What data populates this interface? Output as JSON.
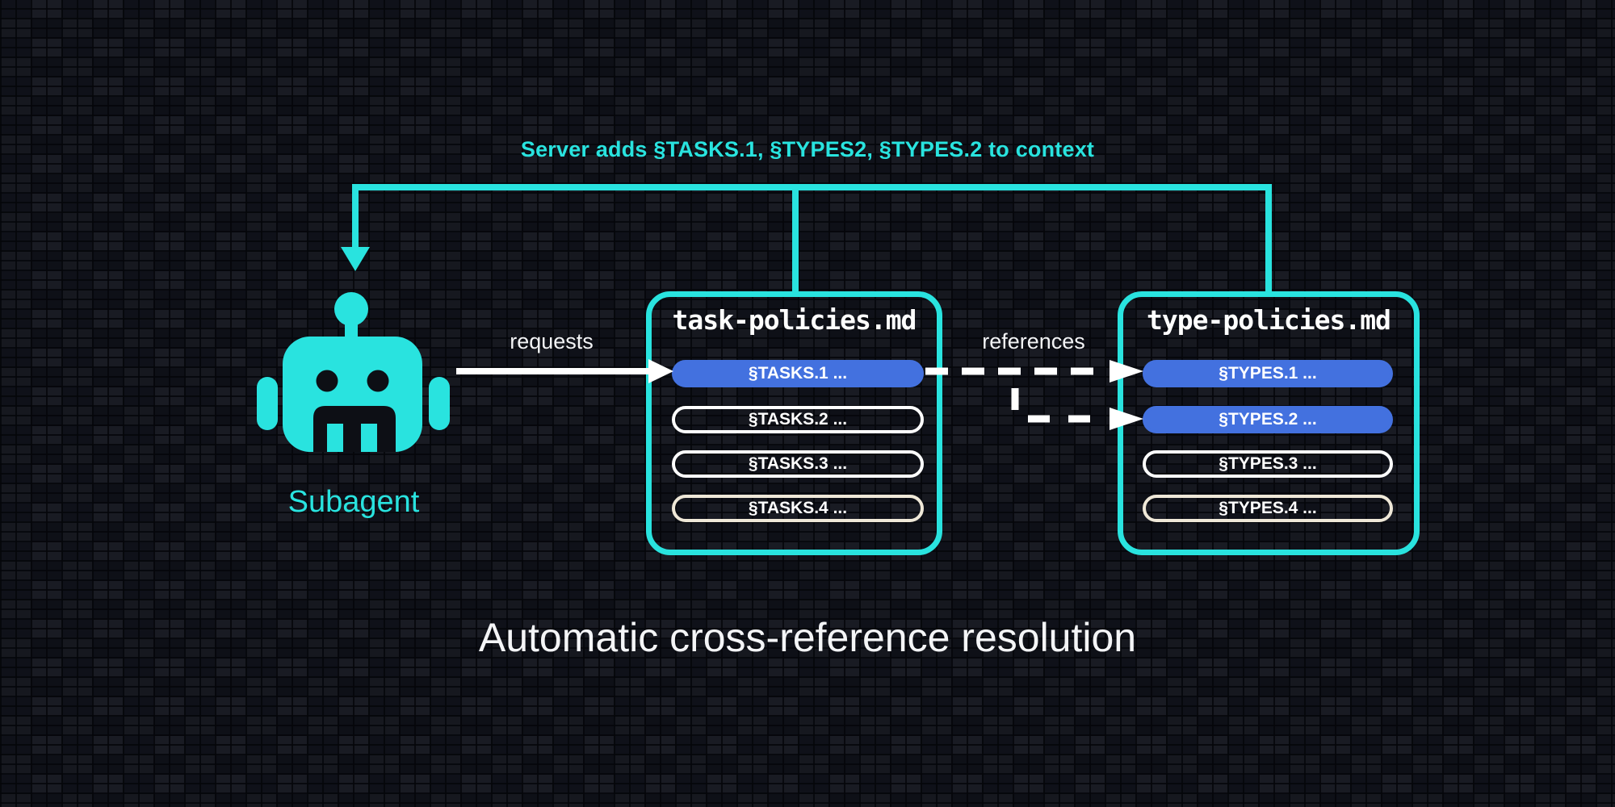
{
  "colors": {
    "background": "#0d0f15",
    "accent_cyan": "#29e3df",
    "highlight_blue": "#4371df",
    "outline_white": "#ffffff",
    "outline_cream": "#efe8d8"
  },
  "annotation": {
    "text": "Server adds §TASKS.1, §TYPES2, §TYPES.2 to context"
  },
  "agent": {
    "label": "Subagent",
    "icon": "robot-icon"
  },
  "labels": {
    "requests": "requests",
    "references": "references"
  },
  "task_file": {
    "title": "task-policies.md",
    "sections": [
      {
        "label": "§TASKS.1 ...",
        "style": "filled"
      },
      {
        "label": "§TASKS.2 ...",
        "style": "outline-white"
      },
      {
        "label": "§TASKS.3 ...",
        "style": "outline-white"
      },
      {
        "label": "§TASKS.4 ...",
        "style": "outline-cream"
      }
    ]
  },
  "type_file": {
    "title": "type-policies.md",
    "sections": [
      {
        "label": "§TYPES.1 ...",
        "style": "filled"
      },
      {
        "label": "§TYPES.2 ...",
        "style": "filled"
      },
      {
        "label": "§TYPES.3 ...",
        "style": "outline-white"
      },
      {
        "label": "§TYPES.4 ...",
        "style": "outline-cream"
      }
    ]
  },
  "caption": {
    "text": "Automatic cross-reference resolution"
  }
}
